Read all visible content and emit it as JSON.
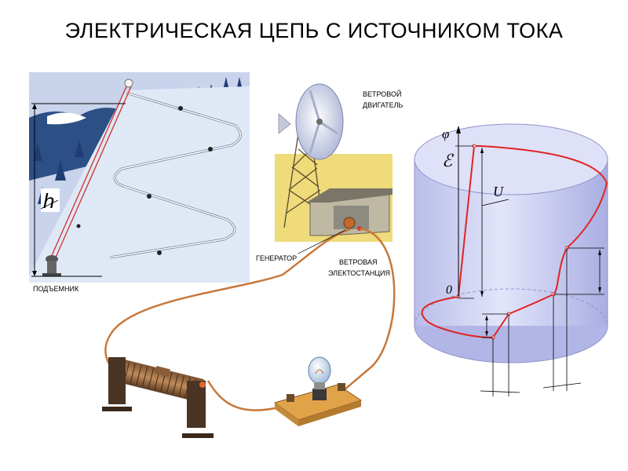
{
  "title": "ЭЛЕКТРИЧЕСКАЯ ЦЕПЬ С ИСТОЧНИКОМ ТОКА",
  "labels": {
    "lift": "ПОДЪЕМНИК",
    "height": "h",
    "wind_engine_line1": "ВЕТРОВОЙ",
    "wind_engine_line2": "ДВИГАТЕЛЬ",
    "generator": "ГЕНЕРАТОР",
    "wind_station_line1": "ВЕТРОВАЯ",
    "wind_station_line2": "ЭЛЕКТОСТАНЦИЯ"
  },
  "graph": {
    "phi": "φ",
    "emf": "ℰ",
    "voltage": "U",
    "zero": "0"
  },
  "colors": {
    "sky": "#c9d3ec",
    "slope": "#dfe9f6",
    "wire": "#c8783a",
    "potential_curve": "#e02424",
    "cylinder": "#c6c8ee"
  }
}
